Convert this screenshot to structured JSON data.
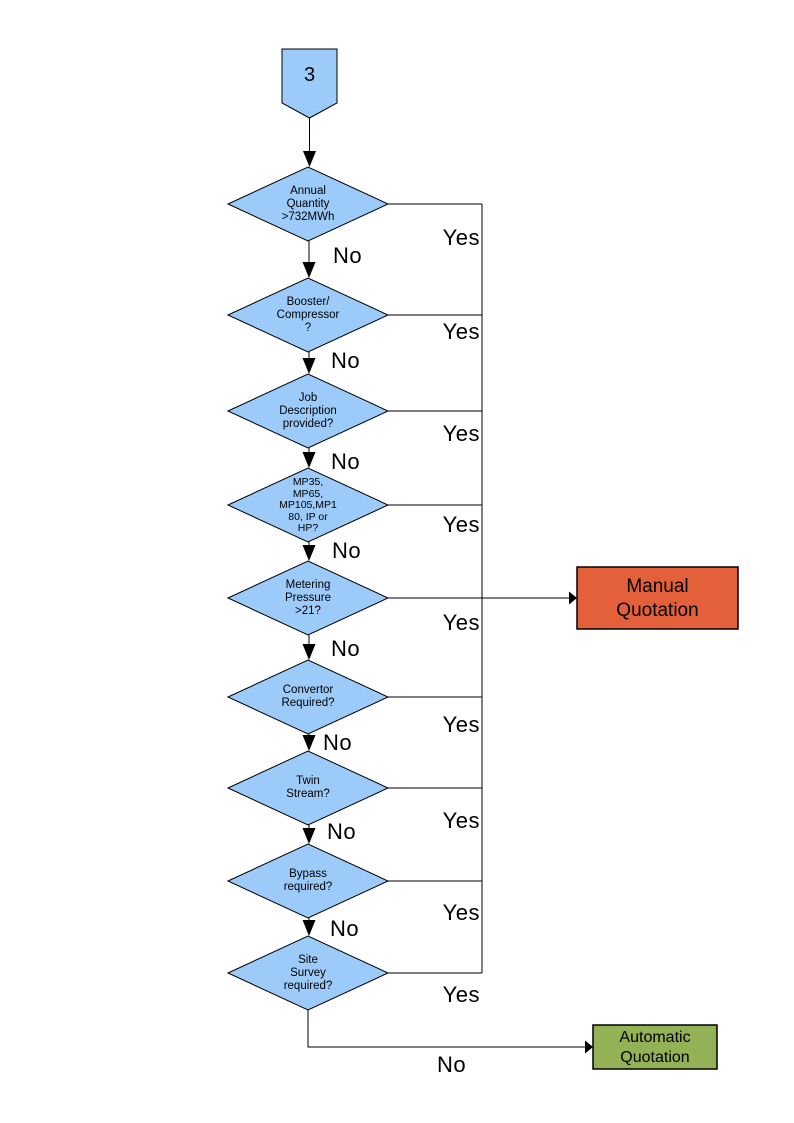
{
  "connector": {
    "label": "3"
  },
  "flow": {
    "decisions": [
      {
        "id": "annual-quantity",
        "label": "Annual\nQuantity\n>732MWh",
        "no": "No",
        "yes": "Yes"
      },
      {
        "id": "booster-compressor",
        "label": "Booster/\nCompressor\n?",
        "no": "No",
        "yes": "Yes"
      },
      {
        "id": "job-description",
        "label": "Job\nDescription\nprovided?",
        "no": "No",
        "yes": "Yes"
      },
      {
        "id": "meter-type",
        "label": "MP35,\nMP65,\nMP105,MP1\n80, IP or\nHP?",
        "no": "No",
        "yes": "Yes"
      },
      {
        "id": "metering-pressure",
        "label": "Metering\nPressure\n>21?",
        "no": "No",
        "yes": "Yes"
      },
      {
        "id": "convertor-required",
        "label": "Convertor\nRequired?",
        "no": "No",
        "yes": "Yes"
      },
      {
        "id": "twin-stream",
        "label": "Twin\nStream?",
        "no": "No",
        "yes": "Yes"
      },
      {
        "id": "bypass-required",
        "label": "Bypass\nrequired?",
        "no": "No",
        "yes": "Yes"
      },
      {
        "id": "site-survey",
        "label": "Site\nSurvey\nrequired?",
        "no": "No",
        "yes": "Yes"
      }
    ],
    "outcomes": {
      "manual": {
        "label": "Manual\nQuotation"
      },
      "automatic": {
        "label": "Automatic\nQuotation"
      }
    }
  },
  "colors": {
    "node_fill": "#9DCBF9",
    "node_border": "#000000",
    "manual_fill": "#E4603B",
    "automatic_fill": "#93B155",
    "line": "#000000"
  }
}
